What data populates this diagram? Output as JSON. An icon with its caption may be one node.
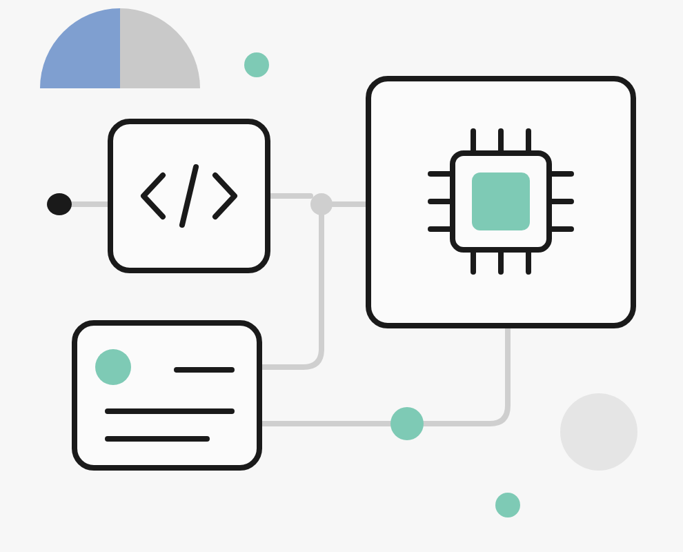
{
  "diagram": {
    "nodes": [
      {
        "text": [],
        "shape": "circle"
      },
      {
        "text": [],
        "shape": "box"
      },
      {
        "text": [],
        "shape": "box"
      },
      {
        "text": [],
        "shape": "box"
      },
      {
        "text": [],
        "shape": "circle"
      },
      {
        "text": [],
        "shape": "circle"
      }
    ],
    "edges": [
      {
        "from": 0,
        "to": 1,
        "arrow": "none"
      },
      {
        "from": 1,
        "to": 4,
        "arrow": "none"
      },
      {
        "from": 4,
        "to": 2,
        "arrow": "none"
      },
      {
        "from": 3,
        "to": 4,
        "arrow": "none"
      },
      {
        "from": 3,
        "to": 5,
        "arrow": "none"
      },
      {
        "from": 5,
        "to": 2,
        "arrow": "none"
      }
    ]
  }
}
